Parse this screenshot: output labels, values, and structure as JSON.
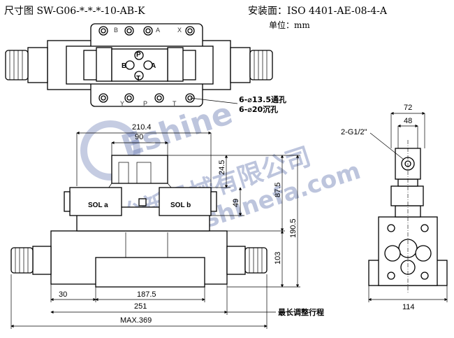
{
  "header": {
    "title_left": "尺寸图 SW-G06-*-*-*-10-AB-K",
    "mount_surface": "安装面：ISO 4401-AE-08-4-A",
    "unit": "单位：mm"
  },
  "top_view": {
    "port_letters_top": [
      "B",
      "A",
      "X"
    ],
    "port_letters_bottom": [
      "Y",
      "P",
      "T"
    ],
    "center_ports": [
      "P",
      "B",
      "A",
      "T"
    ],
    "hole_note_1": "6-⌀13.5通孔",
    "hole_note_2": "6-⌀20沉孔"
  },
  "front_view": {
    "dims": {
      "d210": "210.4",
      "d90": "90",
      "d24": "24.5",
      "d87": "87.5",
      "d49": "49",
      "d190": "190.5",
      "d103": "103",
      "d30": "30",
      "d187": "187.5",
      "d251": "251",
      "dmax": "MAX.369"
    },
    "sol_a": "SOL a",
    "sol_b": "SOL b",
    "stroke_note": "最长调整行程"
  },
  "side_view": {
    "dims": {
      "d72": "72",
      "d48": "48",
      "d114": "114"
    },
    "port_note": "2-G1/2\""
  },
  "watermark": {
    "line1": "Eshine",
    "line2": "上海怡新机械有限公司",
    "line3": "www.eshinefa.com"
  }
}
